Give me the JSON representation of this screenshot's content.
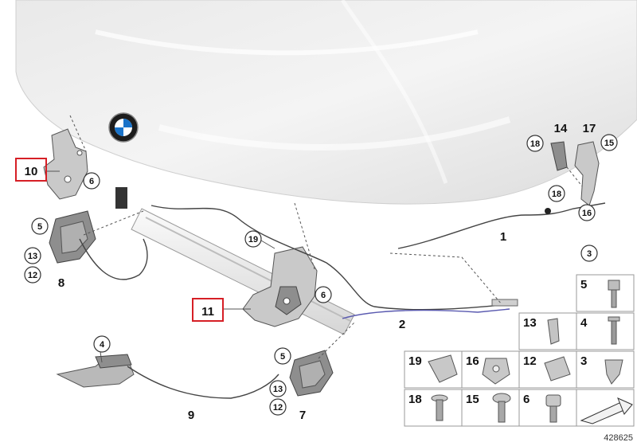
{
  "diagram": {
    "callouts": {
      "c1": "1",
      "c2": "2",
      "c3": "3",
      "c4": "4",
      "c5a": "5",
      "c5b": "5",
      "c6a": "6",
      "c6b": "6",
      "c7": "7",
      "c8": "8",
      "c9": "9",
      "c10": "10",
      "c11": "11",
      "c12a": "12",
      "c12b": "12",
      "c13a": "13",
      "c13b": "13",
      "c14": "14",
      "c15": "15",
      "c16": "16",
      "c17": "17",
      "c18a": "18",
      "c18b": "18",
      "c19": "19"
    },
    "legend": {
      "l5": "5",
      "l4": "4",
      "l13": "13",
      "l3": "3",
      "l19": "19",
      "l16": "16",
      "l12": "12",
      "l18": "18",
      "l15": "15",
      "l6": "6"
    },
    "image_number": "428625"
  }
}
